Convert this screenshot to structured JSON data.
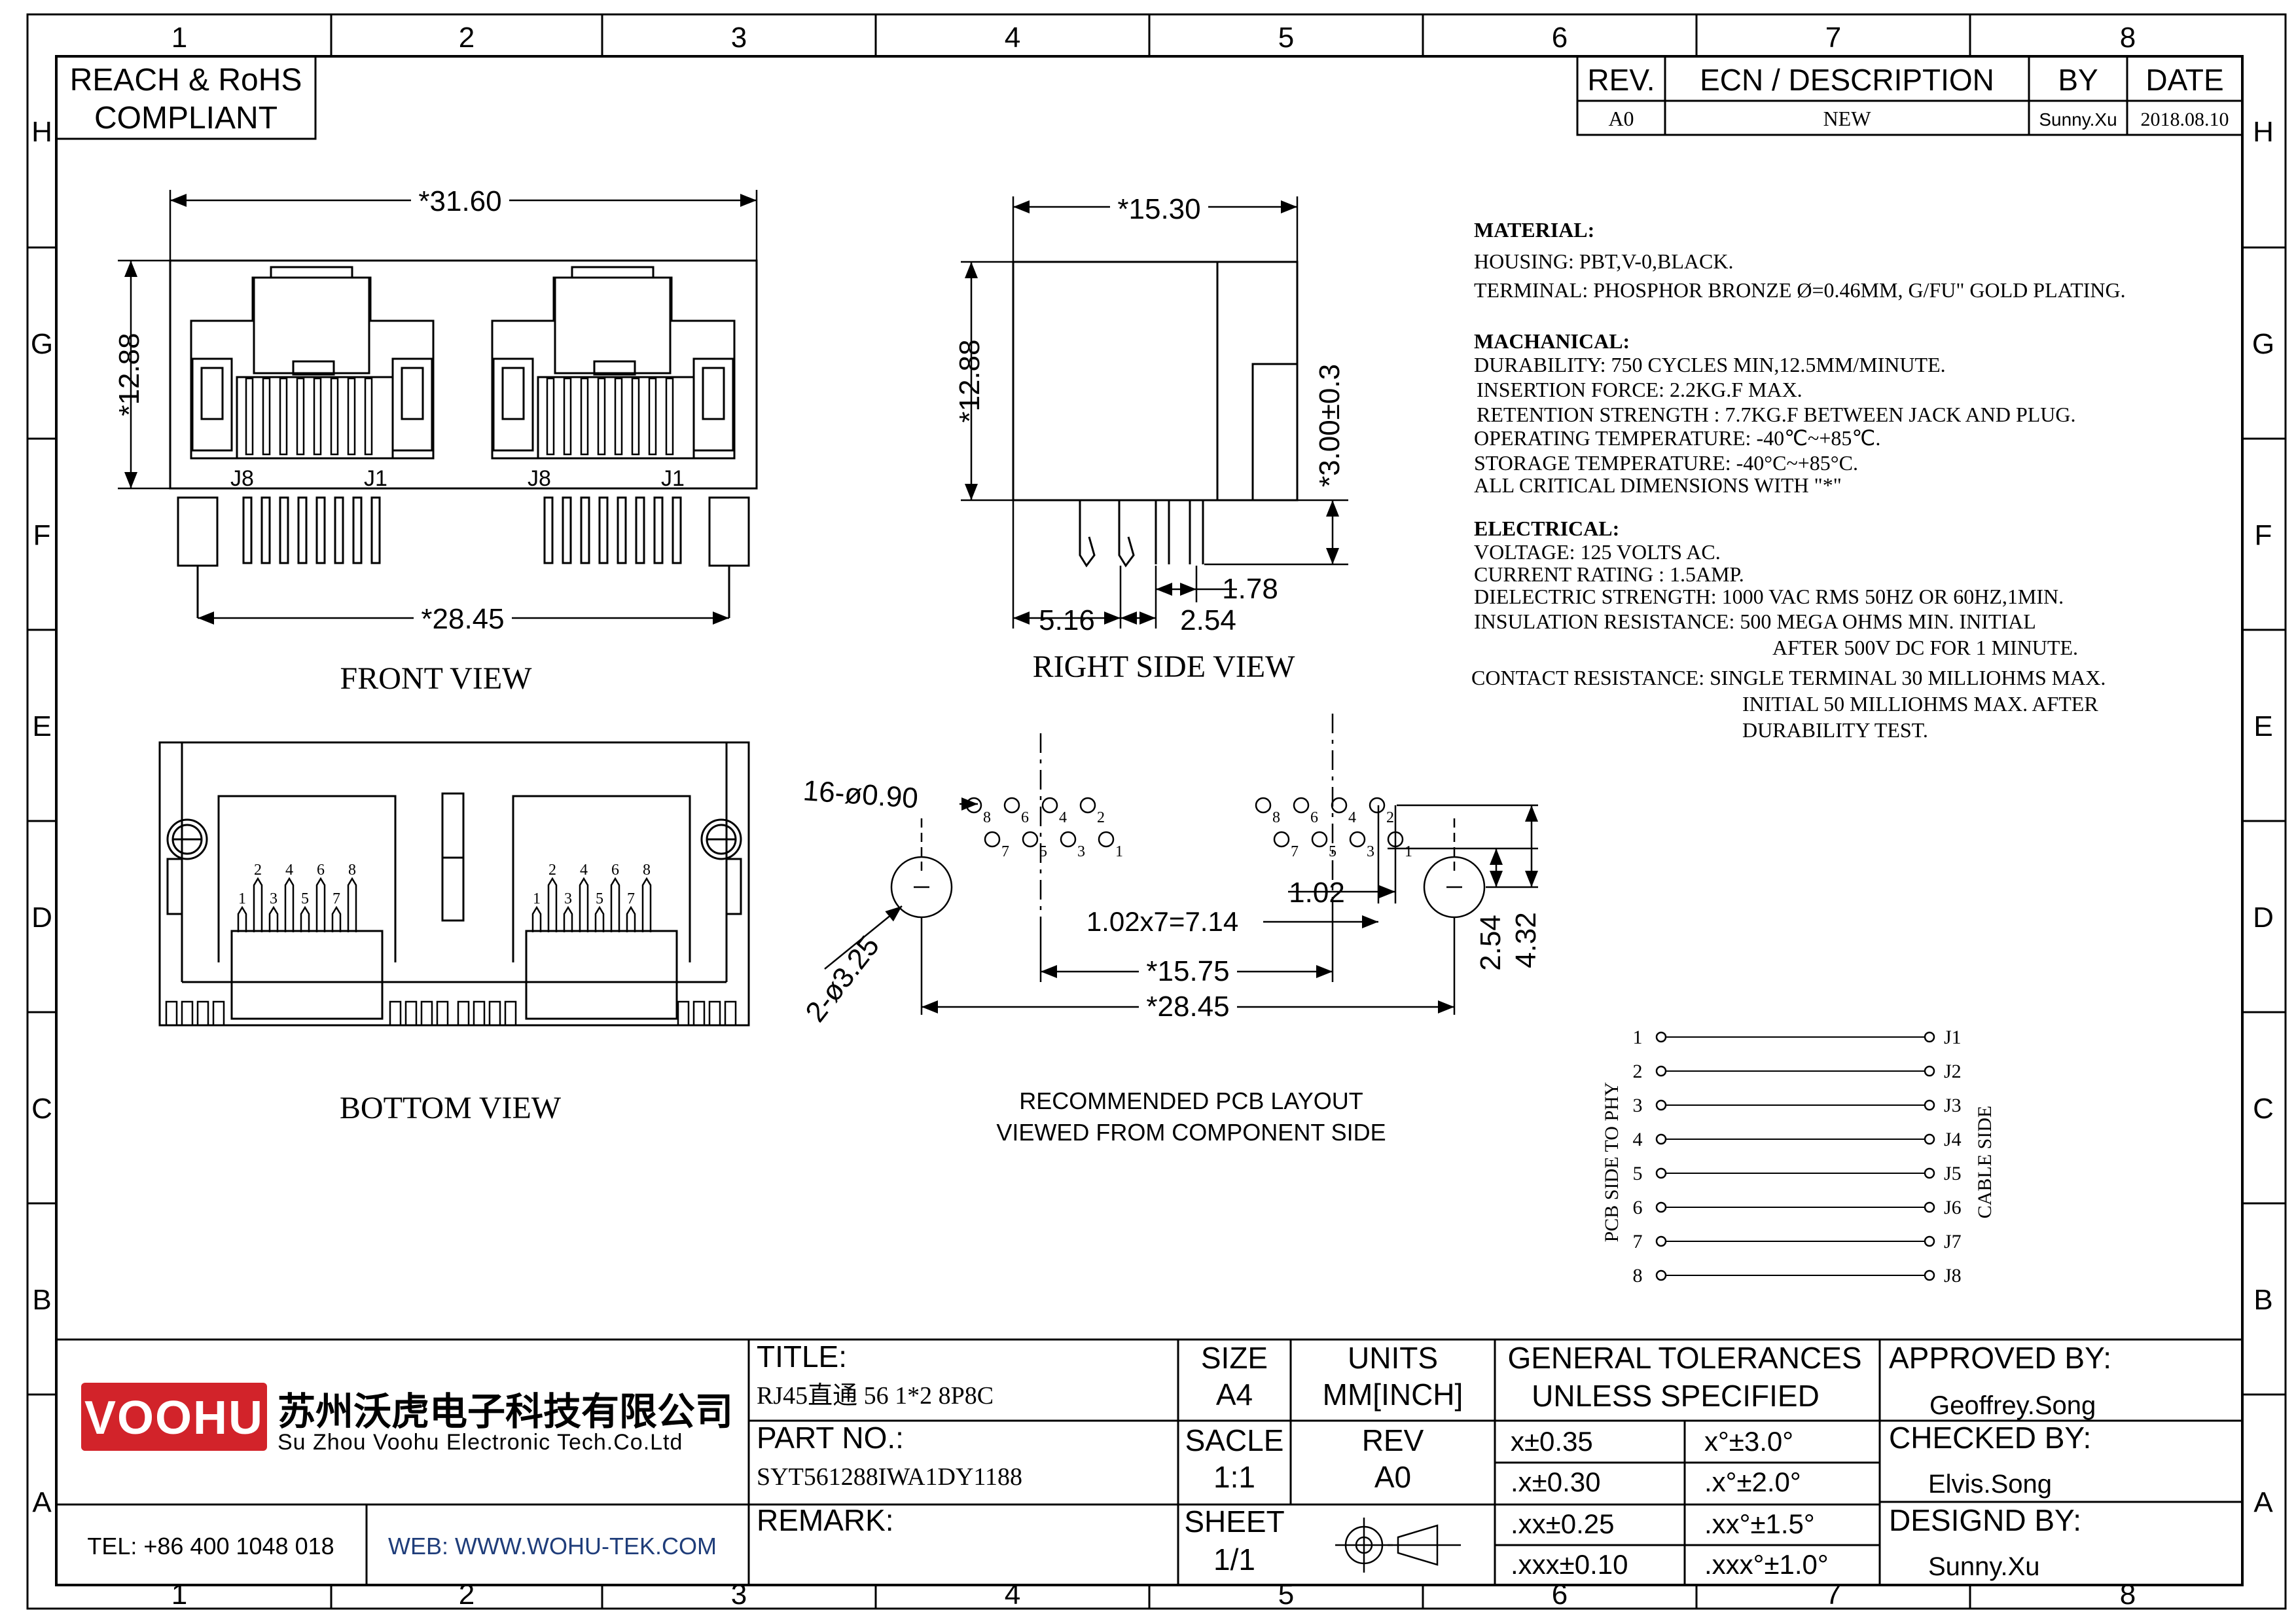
{
  "border": {
    "cols": [
      "1",
      "2",
      "3",
      "4",
      "5",
      "6",
      "7",
      "8"
    ],
    "rows": [
      "H",
      "G",
      "F",
      "E",
      "D",
      "C",
      "B",
      "A"
    ]
  },
  "compliance": {
    "line1": "REACH & RoHS",
    "line2": "COMPLIANT"
  },
  "revision": {
    "headers": {
      "rev": "REV.",
      "ecn": "ECN / DESCRIPTION",
      "by": "BY",
      "date": "DATE"
    },
    "row": {
      "rev": "A0",
      "ecn": "NEW",
      "by": "Sunny.Xu",
      "date": "2018.08.10"
    }
  },
  "front_view": {
    "title": "FRONT VIEW",
    "dim_width": "*31.60",
    "dim_height": "*12.88",
    "dim_pin_span": "*28.45",
    "pin_labels": [
      "J8",
      "J1",
      "J8",
      "J1"
    ]
  },
  "side_view": {
    "title": "RIGHT SIDE VIEW",
    "dim_depth": "*15.30",
    "dim_height": "*12.88",
    "dim_pin_height": "*3.00±0.3",
    "dim_a": "1.78",
    "dim_b": "5.16",
    "dim_c": "2.54"
  },
  "bottom_view": {
    "title": "BOTTOM VIEW",
    "pin_numbers": [
      "1",
      "2",
      "3",
      "4",
      "5",
      "6",
      "7",
      "8"
    ]
  },
  "pcb_layout": {
    "title_line1": "RECOMMENDED PCB LAYOUT",
    "title_line2": "VIEWED FROM COMPONENT SIDE",
    "hole_callout": "16-ø0.90",
    "mount_callout": "2-ø3.25",
    "dim_pitch": "1.02",
    "dim_pitch_total": "1.02x7=7.14",
    "dim_inner": "*15.75",
    "dim_outer": "*28.45",
    "dim_row": "2.54",
    "dim_offset": "4.32",
    "pins_top_row": [
      "8",
      "6",
      "4",
      "2"
    ],
    "pins_bottom_row": [
      "7",
      "5",
      "3",
      "1"
    ]
  },
  "specs": {
    "material_title": "MATERIAL:",
    "material": [
      "HOUSING: PBT,V-0,BLACK.",
      "TERMINAL: PHOSPHOR BRONZE Ø=0.46MM, G/FU\" GOLD PLATING."
    ],
    "mechanical_title": "MACHANICAL:",
    "mechanical": [
      "DURABILITY: 750 CYCLES MIN,12.5MM/MINUTE.",
      "INSERTION FORCE: 2.2KG.F MAX.",
      "RETENTION STRENGTH : 7.7KG.F BETWEEN JACK AND PLUG.",
      "OPERATING TEMPERATURE: -40℃~+85℃.",
      "STORAGE TEMPERATURE: -40°C~+85°C.",
      "ALL CRITICAL DIMENSIONS WITH \"*\""
    ],
    "electrical_title": "ELECTRICAL:",
    "electrical": [
      "VOLTAGE: 125 VOLTS AC.",
      "CURRENT RATING : 1.5AMP.",
      "DIELECTRIC STRENGTH: 1000 VAC RMS 50HZ OR 60HZ,1MIN.",
      "INSULATION RESISTANCE: 500 MEGA OHMS MIN. INITIAL",
      "AFTER 500V DC FOR 1 MINUTE.",
      "CONTACT RESISTANCE: SINGLE TERMINAL 30 MILLIOHMS MAX.",
      "INITIAL 50 MILLIOHMS MAX. AFTER",
      "DURABILITY TEST."
    ]
  },
  "schematic": {
    "left_label": "PCB SIDE TO PHY",
    "right_label": "CABLE SIDE",
    "left_pins": [
      "1",
      "2",
      "3",
      "4",
      "5",
      "6",
      "7",
      "8"
    ],
    "right_pins": [
      "J1",
      "J2",
      "J3",
      "J4",
      "J5",
      "J6",
      "J7",
      "J8"
    ]
  },
  "title_block": {
    "logo_text": "VOOHU",
    "company_cn": "苏州沃虎电子科技有限公司",
    "company_en": "Su Zhou Voohu Electronic Tech.Co.Ltd",
    "tel": "TEL: +86 400 1048 018",
    "web": "WEB: WWW.WOHU-TEK.COM",
    "title_label": "TITLE:",
    "title_value": "RJ45直通 56 1*2 8P8C",
    "part_label": "PART NO.:",
    "part_value": "SYT561288IWA1DY1188",
    "remark_label": "REMARK:",
    "size_label": "SIZE",
    "size_value": "A4",
    "units_label": "UNITS",
    "units_value": "MM[INCH]",
    "scale_label": "SACLE",
    "scale_value": "1:1",
    "rev_label": "REV",
    "rev_value": "A0",
    "sheet_label": "SHEET",
    "sheet_value": "1/1",
    "tol_title1": "GENERAL TOLERANCES",
    "tol_title2": "UNLESS SPECIFIED",
    "tolerances": [
      [
        "x±0.35",
        "x°±3.0°"
      ],
      [
        ".x±0.30",
        ".x°±2.0°"
      ],
      [
        ".xx±0.25",
        ".xx°±1.5°"
      ],
      [
        ".xxx±0.10",
        ".xxx°±1.0°"
      ]
    ],
    "approved_label": "APPROVED BY:",
    "approved_value": "Geoffrey.Song",
    "checked_label": "CHECKED BY:",
    "checked_value": "Elvis.Song",
    "designed_label": "DESIGND BY:",
    "designed_value": "Sunny.Xu"
  },
  "colors": {
    "line": "#000000",
    "logo_red": "#d2232a",
    "web_blue": "#1f3d7a"
  }
}
